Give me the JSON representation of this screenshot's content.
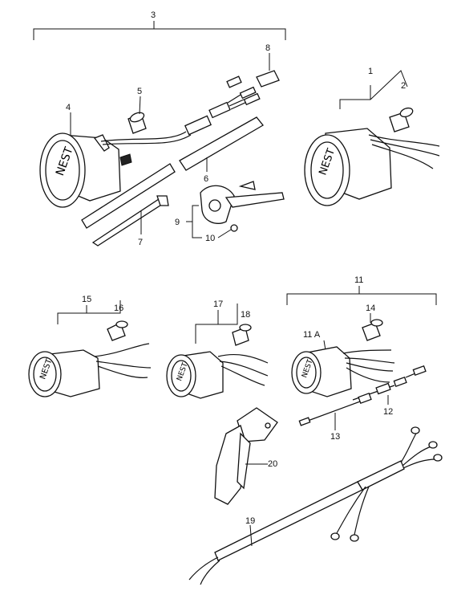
{
  "callouts": {
    "c1": "1",
    "c2": "2",
    "c3": "3",
    "c4": "4",
    "c5": "5",
    "c6": "6",
    "c7": "7",
    "c8": "8",
    "c9": "9",
    "c10": "10",
    "c11": "11",
    "c11a": "11 A",
    "c12": "12",
    "c13": "13",
    "c14": "14",
    "c15": "15",
    "c16": "16",
    "c17": "17",
    "c18": "18",
    "c19": "19",
    "c20": "20"
  },
  "colors": {
    "ink": "#111111",
    "background": "#ffffff"
  }
}
